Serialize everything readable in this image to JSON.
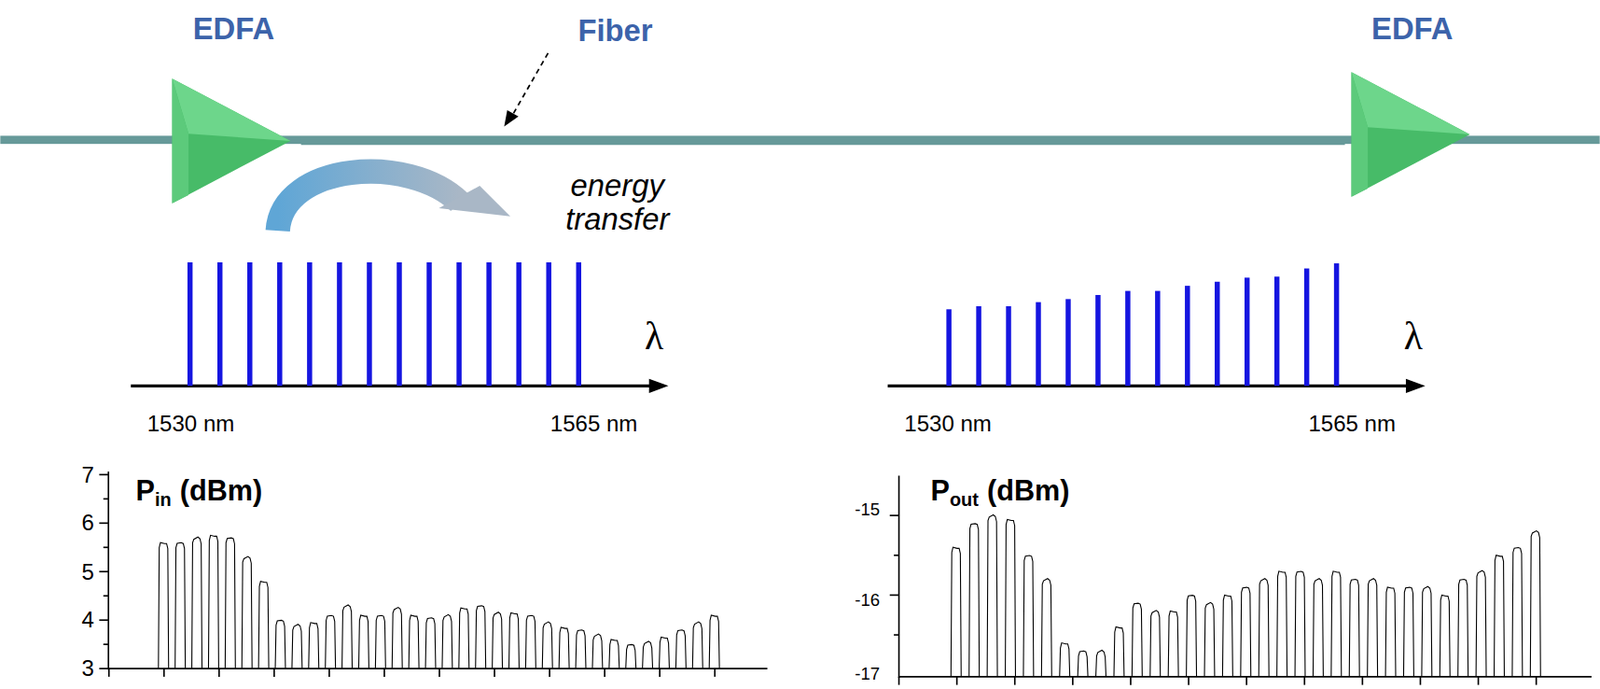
{
  "diagram": {
    "nodes": [
      {
        "text": [
          "EDFA"
        ]
      },
      {
        "text": [
          "EDFA"
        ]
      }
    ],
    "edges": [
      {
        "from": 0,
        "to": 1,
        "arrow": "none"
      }
    ],
    "labels": [
      "Fiber",
      "energy transfer",
      "λ",
      "1530 nm",
      "1565 nm",
      "λ",
      "1530 nm",
      "1565 nm",
      "P",
      "in",
      "(dBm)",
      "P",
      "out",
      "(dBm)",
      "7",
      "6",
      "5",
      "4",
      "3",
      "-15",
      "-16",
      "-17"
    ]
  }
}
